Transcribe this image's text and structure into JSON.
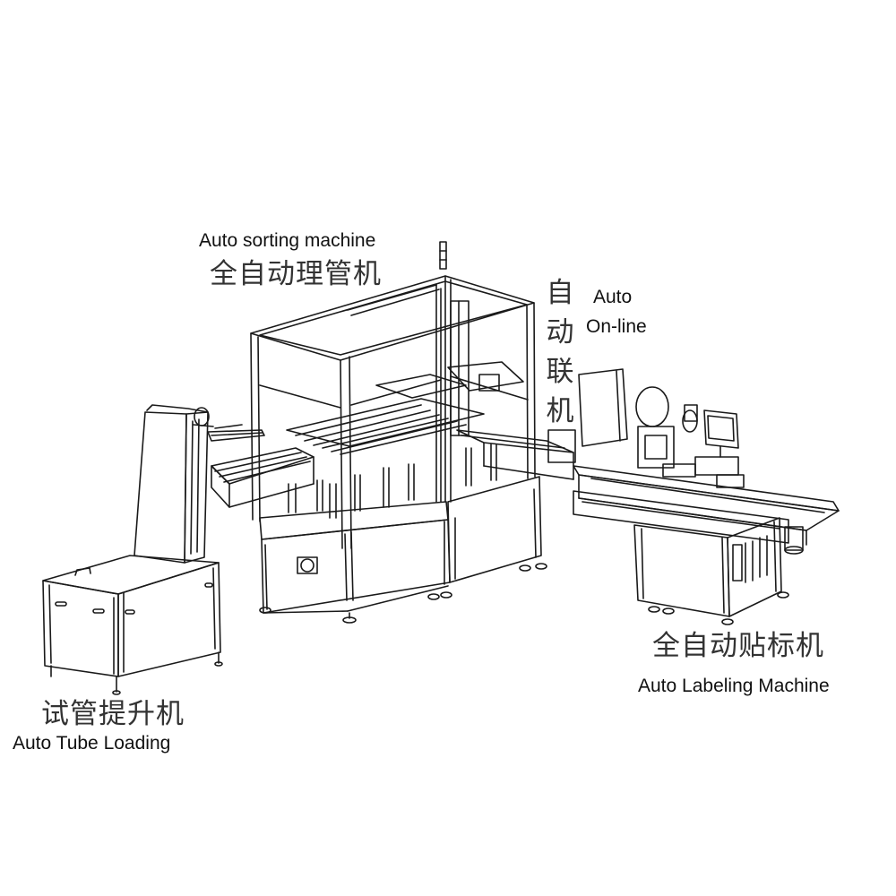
{
  "diagram": {
    "stroke_color": "#1a1a1a",
    "background": "#ffffff",
    "machines": [
      {
        "id": "sorting",
        "label_en": "Auto sorting machine",
        "label_cn": "全自动理管机"
      },
      {
        "id": "online",
        "label_en_line1": "Auto",
        "label_en_line2": "On-line",
        "label_cn": "自动联机"
      },
      {
        "id": "labeling",
        "label_en": "Auto Labeling Machine",
        "label_cn": "全自动贴标机"
      },
      {
        "id": "tube_loading",
        "label_en": "Auto Tube Loading",
        "label_cn": "试管提升机"
      }
    ]
  }
}
